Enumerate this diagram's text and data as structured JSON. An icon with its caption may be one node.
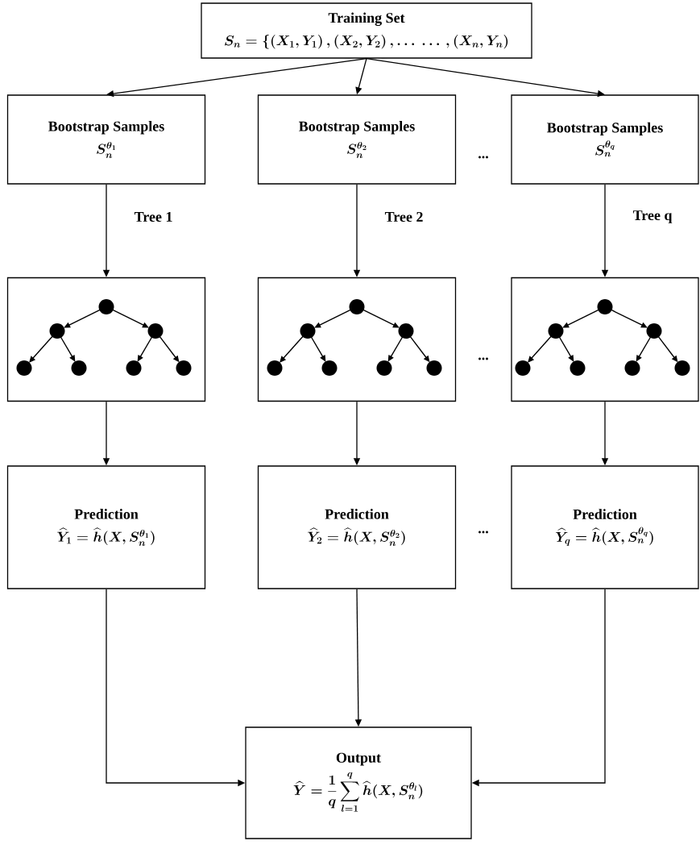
{
  "diagram": {
    "nodes": [
      {
        "text": [
          "Training Set",
          "S_n = \\{(X_1, Y_1)\\,, (X_2, Y_2)\\,, \\ldots\\ \\ldots\\,, (X_n, Y_n)"
        ]
      },
      {
        "text": [
          "Bootstrap Samples",
          "S_n^{\\theta_1}"
        ]
      },
      {
        "text": [
          "Bootstrap Samples",
          "S_n^{\\theta_2}"
        ]
      },
      {
        "text": [
          "Bootstrap Samples",
          "S_n^{\\theta_q}"
        ]
      },
      {
        "text": [],
        "shape": "box"
      },
      {
        "text": [],
        "shape": "box"
      },
      {
        "text": [],
        "shape": "box"
      },
      {
        "text": [
          "Prediction",
          "\\widehat{Y}_1 = \\widehat{h}(X, S_n^{\\theta_1})"
        ]
      },
      {
        "text": [
          "Prediction",
          "\\widehat{Y}_2 = \\widehat{h}(X, S_n^{\\theta_2})"
        ]
      },
      {
        "text": [
          "Prediction",
          "\\widehat{Y}_q = \\widehat{h}(X, S_n^{\\theta_q})"
        ]
      },
      {
        "text": [
          "Output",
          "\\widehat{Y} = \\frac{1}{q}\\sum_{l=1}^{q} \\widehat{h}(X, S_n^{\\theta_l})"
        ]
      }
    ],
    "edges": [
      {
        "from": 0,
        "to": 1,
        "arrow": "to"
      },
      {
        "from": 0,
        "to": 2,
        "arrow": "to"
      },
      {
        "from": 0,
        "to": 3,
        "arrow": "to"
      },
      {
        "from": 1,
        "to": 4,
        "arrow": "to",
        "label": "Tree 1"
      },
      {
        "from": 2,
        "to": 5,
        "arrow": "to",
        "label": "Tree 2"
      },
      {
        "from": 3,
        "to": 6,
        "arrow": "to",
        "label": "Tree q"
      },
      {
        "from": 4,
        "to": 7,
        "arrow": "to"
      },
      {
        "from": 5,
        "to": 8,
        "arrow": "to"
      },
      {
        "from": 6,
        "to": 9,
        "arrow": "to"
      },
      {
        "from": 7,
        "to": 10,
        "arrow": "to"
      },
      {
        "from": 8,
        "to": 10,
        "arrow": "to"
      },
      {
        "from": 9,
        "to": 10,
        "arrow": "to"
      }
    ],
    "labels": [
      "...",
      "...",
      "..."
    ]
  }
}
